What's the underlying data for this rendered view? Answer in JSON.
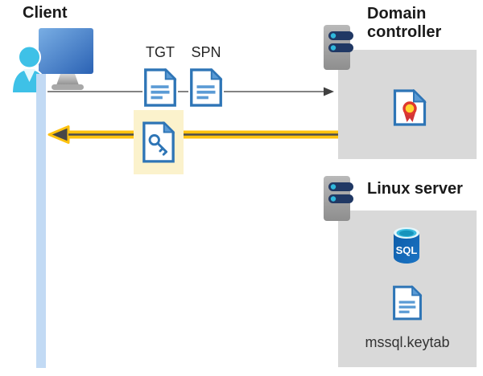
{
  "client": {
    "label": "Client"
  },
  "request": {
    "tgt_label": "TGT",
    "spn_label": "SPN"
  },
  "domain_controller": {
    "label": "Domain controller"
  },
  "linux_server": {
    "label": "Linux server",
    "sql_label": "SQL",
    "keytab_label": "mssql.keytab"
  },
  "colors": {
    "doc_border_blue": "#2e75b6",
    "doc_fold_blue": "#5b9bd5",
    "highlight_yellow_bg": "#fbf2cc",
    "arrow_yellow": "#ffc20e",
    "arrow_dark": "#474747",
    "request_arrow_gray": "#5a5a5a",
    "server_box_gray": "#d9d9d9",
    "client_timeline_blue": "#c2daf4",
    "person_cyan": "#3ec1e7",
    "server_bar_navy": "#203864",
    "server_dot_cyan": "#2fb8dc",
    "sql_body_blue": "#0d5ca8",
    "certificate_yellow": "#ffd632",
    "certificate_red": "#d13438"
  }
}
